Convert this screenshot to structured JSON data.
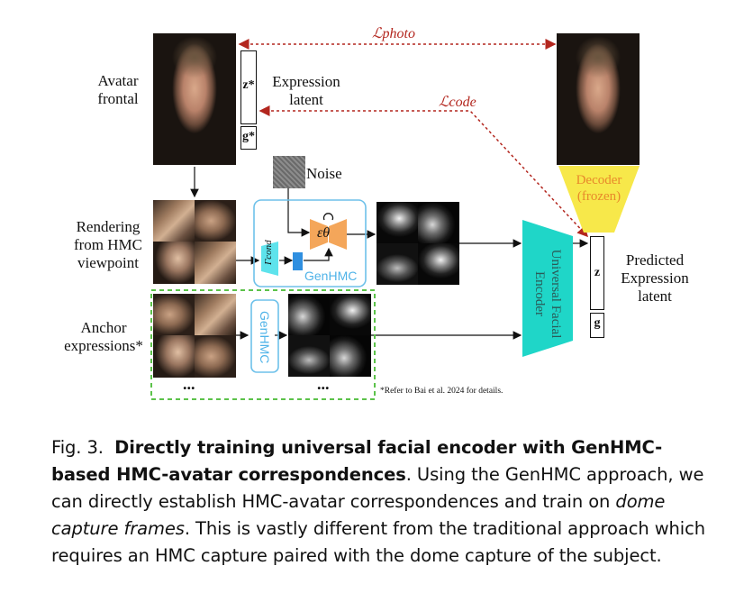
{
  "diagram": {
    "label_avatar_frontal": [
      "Avatar",
      "frontal"
    ],
    "label_expression_latent": [
      "Expression",
      "latent"
    ],
    "latent_z_star": "z*",
    "latent_g_star": "g*",
    "loss_photo": "ℒphoto",
    "loss_code": "ℒcode",
    "label_noise": "Noise",
    "label_rendering": [
      "Rendering",
      "from HMC",
      "viewpoint"
    ],
    "label_anchor": [
      "Anchor",
      "expressions*"
    ],
    "gamma_label": "Γcond",
    "eps_label": "εθ",
    "genhmc_label": "GenHMC",
    "genhmc_vertical_label": "GenHMC",
    "encoder_label": [
      "Universal Facial",
      "Encoder"
    ],
    "decoder_label": [
      "Decoder",
      "(frozen)"
    ],
    "predicted_label": [
      "Predicted",
      "Expression",
      "latent"
    ],
    "pred_z": "z",
    "pred_g": "g",
    "ellipsis": "...",
    "footnote": "*Refer to Bai et al. 2024 for details.",
    "colors": {
      "loss_red": "#b3261e",
      "genhmc_blue": "#4fb3e8",
      "encoder_teal": "#1fd6c8",
      "decoder_yellow": "#f7e84a",
      "decoder_text_orange": "#e8892b",
      "eps_orange": "#f4a65a",
      "gamma_cyan": "#5ee3ec",
      "dashed_green": "#5cc24a"
    }
  },
  "caption": {
    "prefix": "Fig. 3.",
    "bold": "Directly training universal facial encoder with GenHMC-based HMC-avatar correspondences",
    "text1": ". Using the GenHMC approach, we can directly establish HMC-avatar correspondences and train on ",
    "italic": "dome capture frames",
    "text2": ". This is vastly different from the traditional approach which requires an HMC capture paired with the dome capture of the subject."
  }
}
